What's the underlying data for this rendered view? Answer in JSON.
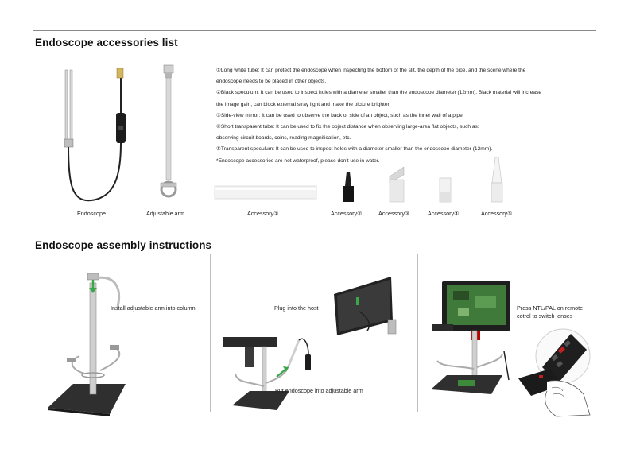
{
  "accessories": {
    "title": "Endoscope accessories list",
    "captions": {
      "endoscope": "Endoscope",
      "arm": "Adjustable arm",
      "acc1": "Accessory①",
      "acc2": "Accessory②",
      "acc3": "Accessory③",
      "acc4": "Accessory④",
      "acc5": "Accessory⑤"
    },
    "descriptions": [
      "①Long white tube: It can protect the endoscope when inspecting the bottom of the slit, the depth of the pipe, and the scene where the",
      "endoscope needs to be placed in other objects.",
      "②Black speculum: It can be used to inspect holes with a diameter smaller than the endoscope diameter (12mm). Black material will increase",
      "the image gain, can block external stray light and make the picture brighter.",
      "③Side-view mirror: It can be used to observe the back or side of an object, such as the inner wall of a pipe.",
      "④Short transparent tube: It can be used to fix the object distance when observing large-area flat objects, such as:",
      "observing circuit boards, coins, reading magnification, etc.",
      "⑤Transparent speculum: It can be used to inspect holes with a diameter smaller than the endoscope diameter (12mm).",
      "*Endoscope accessories are not waterproof, please don't use in water."
    ]
  },
  "assembly": {
    "title": "Endoscope assembly instructions",
    "step1": "Install adjustable arm into column",
    "step2a": "Plug into the host",
    "step2b": "Put endoscope into adjustable arm",
    "step3_line1": "Press NTL/PAL on remote",
    "step3_line2": "cotrol to switch lenses"
  },
  "colors": {
    "rule": "#8a8a8a",
    "arrow": "#3aa84a",
    "metal": "#c9c9c9",
    "base": "#3a3a3a"
  }
}
